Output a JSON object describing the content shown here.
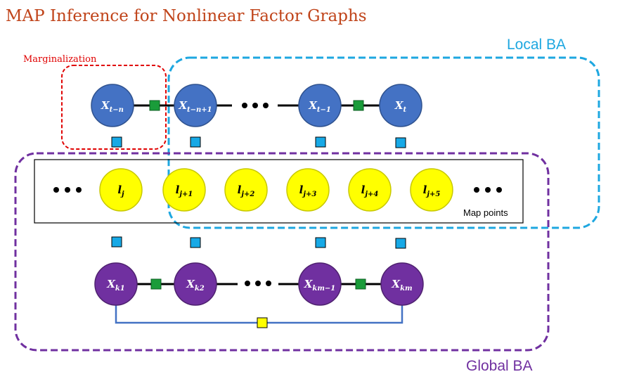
{
  "title": "MAP Inference for Nonlinear Factor Graphs",
  "regions": {
    "local_ba": "Local BA",
    "global_ba": "Global BA",
    "marginalization": "Marginalization",
    "map_points": "Map points"
  },
  "poses_top": [
    {
      "main": "X",
      "sub": "t−n"
    },
    {
      "main": "X",
      "sub": "t−n+1"
    },
    {
      "main": "X",
      "sub": "t−1"
    },
    {
      "main": "X",
      "sub": "t"
    }
  ],
  "landmarks": [
    {
      "main": "l",
      "sub": "j"
    },
    {
      "main": "l",
      "sub": "j+1"
    },
    {
      "main": "l",
      "sub": "j+2"
    },
    {
      "main": "l",
      "sub": "j+3"
    },
    {
      "main": "l",
      "sub": "j+4"
    },
    {
      "main": "l",
      "sub": "j+5"
    }
  ],
  "poses_bottom": [
    {
      "main": "X",
      "sub": "k1"
    },
    {
      "main": "X",
      "sub": "k2"
    },
    {
      "main": "X",
      "sub": "km−1"
    },
    {
      "main": "X",
      "sub": "km"
    }
  ],
  "colors": {
    "title": "#c0441a",
    "local_ba": "#1ea7e0",
    "global_ba": "#7030a0",
    "marginalization": "#e00000",
    "pose_top_fill": "#4472c4",
    "pose_bottom_fill": "#7030a0",
    "landmark_fill": "#ffff00",
    "factor_green": "#1a9c3a",
    "factor_blue": "#17a9e6",
    "factor_yellow": "#ffff00",
    "loop_line": "#4472c4"
  }
}
